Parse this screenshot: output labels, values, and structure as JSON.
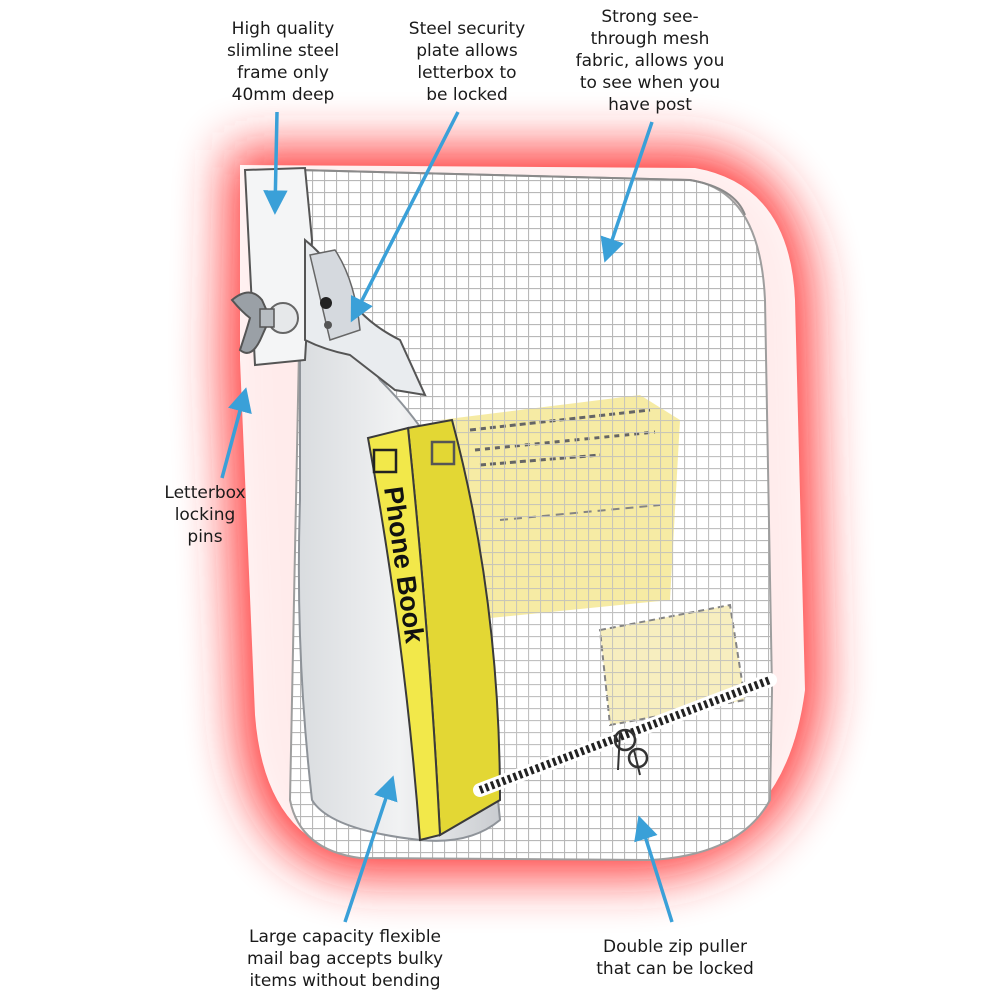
{
  "labels": {
    "frame": "High quality\nslimline steel\nframe only\n40mm deep",
    "plate": "Steel security\nplate allows\nletterbox to\nbe locked",
    "mesh": "Strong see-\nthrough mesh\nfabric, allows you\nto see when you\nhave post",
    "pins": "Letterbox\nlocking\npins",
    "bag": "Large capacity flexible\nmail bag accepts bulky\nitems without bending",
    "zip": "Double zip puller\nthat can be locked"
  },
  "book": {
    "title": "Phone Book"
  },
  "colors": {
    "glow": "#ff2a2a",
    "arrow": "#3aa0d8",
    "book": "#f2e84a",
    "mesh_line": "#b8b8b8",
    "frame": "#e9ecef"
  }
}
